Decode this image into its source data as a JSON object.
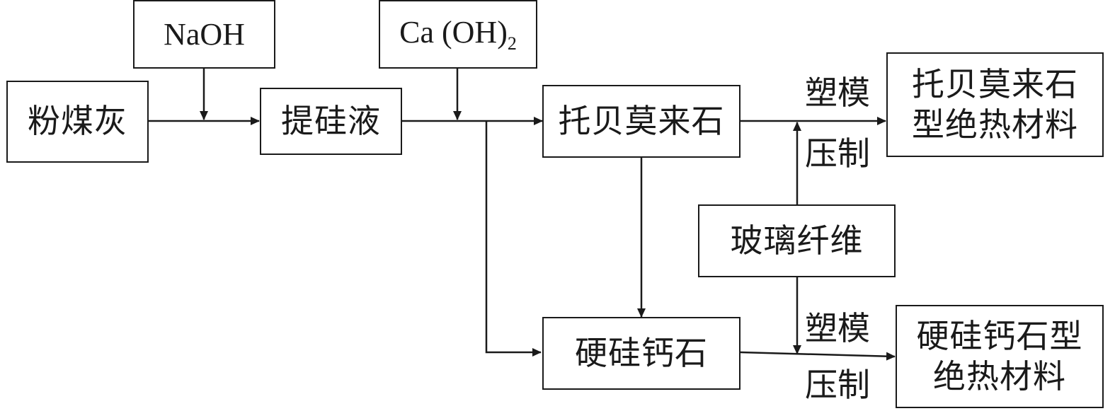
{
  "nodes": {
    "fly_ash": "粉煤灰",
    "naoh": "NaOH",
    "silica_liquor": "提硅液",
    "caoh2_main": "Ca (OH)",
    "caoh2_sub": "2",
    "tobermorite": "托贝莫来石",
    "xonotlite": "硬硅钙石",
    "glass_fiber": "玻璃纤维",
    "tobermorite_product_line1": "托贝莫来石",
    "tobermorite_product_line2": "型绝热材料",
    "xonotlite_product_line1": "硬硅钙石型",
    "xonotlite_product_line2": "绝热材料"
  },
  "edge_labels": {
    "upper_top": "塑模",
    "upper_bottom": "压制",
    "lower_top": "塑模",
    "lower_bottom": "压制"
  },
  "colors": {
    "stroke": "#1a1a1a",
    "background": "#ffffff"
  }
}
